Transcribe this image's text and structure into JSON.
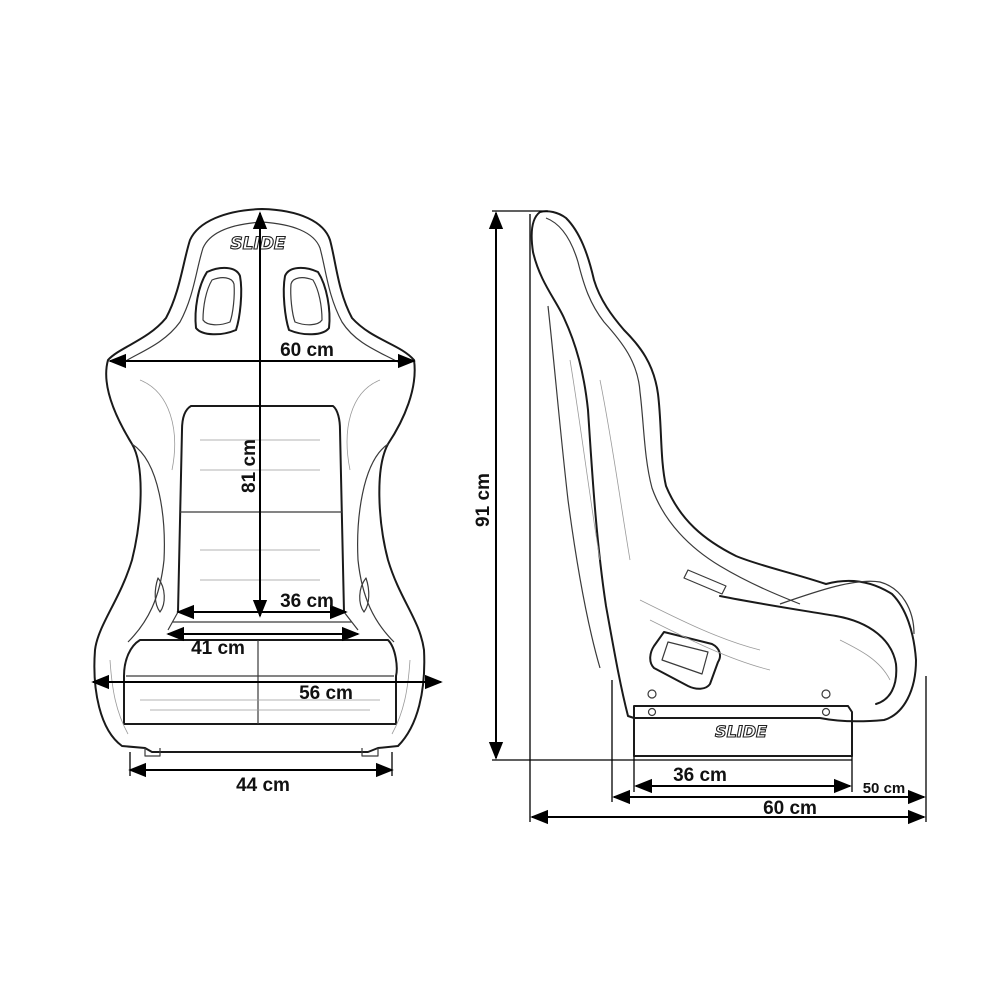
{
  "front_view": {
    "logo": "SLIDE",
    "dimensions": {
      "backrest_width": "60 cm",
      "backrest_height": "81 cm",
      "inner_upper_width": "36 cm",
      "inner_lower_width": "41 cm",
      "seat_width": "56 cm",
      "base_width": "44 cm"
    }
  },
  "side_view": {
    "logo": "SLIDE",
    "dimensions": {
      "total_height": "91 cm",
      "base_depth": "36 cm",
      "front_depth": "50 cm",
      "total_depth": "60 cm"
    }
  }
}
